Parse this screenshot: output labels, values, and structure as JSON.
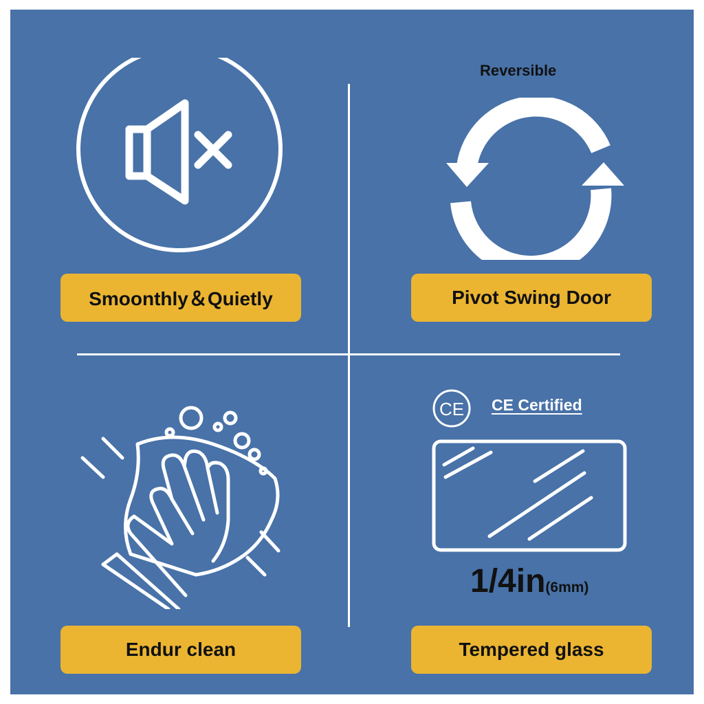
{
  "colors": {
    "background": "#4872a8",
    "label_bg": "#ebb532",
    "line": "#ffffff",
    "text": "#111111"
  },
  "features": {
    "quiet": {
      "label": "Smoonthly＆Quietly",
      "icon": "mute-speaker-icon"
    },
    "reversible": {
      "top_text": "Reversible",
      "label": "Pivot Swing Door",
      "icon": "reverse-arrows-icon"
    },
    "clean": {
      "label": "Endur clean",
      "icon": "hand-wiping-icon"
    },
    "glass": {
      "ce_text": "CE Certified",
      "ce_mark": "CE",
      "thickness_main": "1/4in",
      "thickness_sub": "(6mm)",
      "label": "Tempered glass",
      "icon": "glass-pane-icon"
    }
  }
}
